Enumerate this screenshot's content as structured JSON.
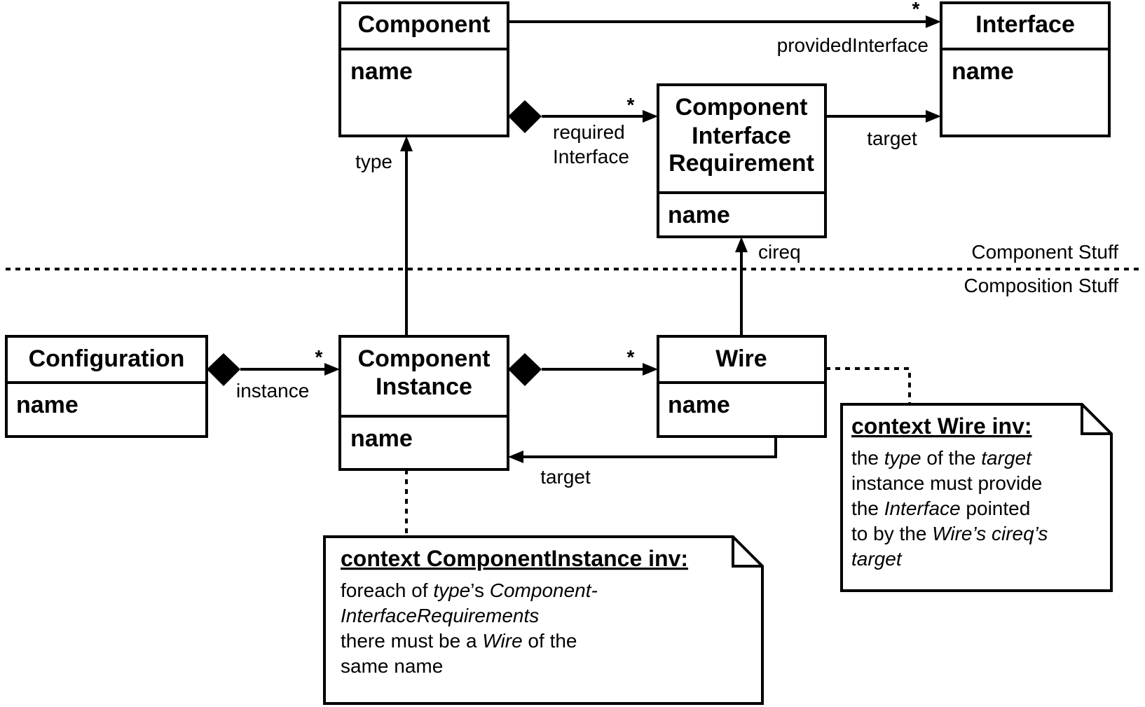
{
  "classes": {
    "component": {
      "title": "Component",
      "attr": "name"
    },
    "interface": {
      "title": "Interface",
      "attr": "name"
    },
    "cir": {
      "title_lines": [
        "Component",
        "Interface",
        "Requirement"
      ],
      "attr": "name"
    },
    "configuration": {
      "title": "Configuration",
      "attr": "name"
    },
    "component_instance": {
      "title_lines": [
        "Component",
        "Instance"
      ],
      "attr": "name"
    },
    "wire": {
      "title": "Wire",
      "attr": "name"
    }
  },
  "associations": {
    "provided_interface": {
      "label": "providedInterface",
      "multiplicity": "*"
    },
    "required_interface": {
      "label_lines": [
        "required",
        "Interface"
      ],
      "multiplicity": "*"
    },
    "cir_target": {
      "label": "target"
    },
    "type": {
      "label": "type"
    },
    "cireq": {
      "label": "cireq"
    },
    "instance": {
      "label": "instance",
      "multiplicity": "*"
    },
    "wires": {
      "multiplicity": "*"
    },
    "wire_target": {
      "label": "target"
    }
  },
  "separator": {
    "upper_label": "Component Stuff",
    "lower_label": "Composition Stuff"
  },
  "notes": {
    "wire_note": {
      "heading": "context Wire inv:",
      "lines": [
        [
          {
            "t": "the ",
            "i": false
          },
          {
            "t": "type",
            "i": true
          },
          {
            "t": " of the ",
            "i": false
          },
          {
            "t": "target",
            "i": true
          }
        ],
        [
          {
            "t": "instance must provide",
            "i": false
          }
        ],
        [
          {
            "t": "the ",
            "i": false
          },
          {
            "t": "Interface",
            "i": true
          },
          {
            "t": " pointed",
            "i": false
          }
        ],
        [
          {
            "t": "to by the ",
            "i": false
          },
          {
            "t": "Wire’s cireq’s",
            "i": true
          }
        ],
        [
          {
            "t": "target",
            "i": true
          }
        ]
      ]
    },
    "instance_note": {
      "heading": "context ComponentInstance inv:",
      "lines": [
        [
          {
            "t": "foreach of ",
            "i": false
          },
          {
            "t": "type",
            "i": true
          },
          {
            "t": "’s ",
            "i": false
          },
          {
            "t": "Component-",
            "i": true
          }
        ],
        [
          {
            "t": "InterfaceRequirements",
            "i": true
          }
        ],
        [
          {
            "t": "there must be a ",
            "i": false
          },
          {
            "t": "Wire",
            "i": true
          },
          {
            "t": " of the",
            "i": false
          }
        ],
        [
          {
            "t": "same name",
            "i": false
          }
        ]
      ]
    }
  }
}
